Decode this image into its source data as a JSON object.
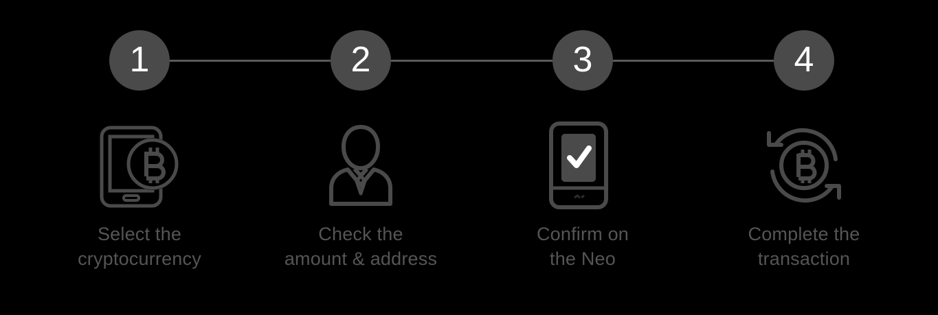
{
  "background_color": "#000000",
  "theme": {
    "circle_fill": "#4a4a4a",
    "circle_number_color": "#ffffff",
    "track_line_color": "#5a5a5a",
    "icon_stroke_color": "#4a4a4a",
    "caption_color": "#555555"
  },
  "progress": {
    "steps": [
      {
        "number": "1",
        "icon": "phone-bitcoin-icon"
      },
      {
        "number": "2",
        "icon": "person-suit-icon"
      },
      {
        "number": "3",
        "icon": "device-checkmark-icon"
      },
      {
        "number": "4",
        "icon": "bitcoin-refresh-icon"
      }
    ]
  },
  "steps": [
    {
      "number": "1",
      "icon_name": "phone-bitcoin-icon",
      "caption": "Select the\ncryptocurrency",
      "caption_line_1": "Select the",
      "caption_line_2": "cryptocurrency"
    },
    {
      "number": "2",
      "icon_name": "person-suit-icon",
      "caption": "Check the\namount & address",
      "caption_line_1": "Check the",
      "caption_line_2": "amount & address"
    },
    {
      "number": "3",
      "icon_name": "device-checkmark-icon",
      "caption": "Confirm on\nthe Neo",
      "caption_line_1": "Confirm on",
      "caption_line_2": "the Neo"
    },
    {
      "number": "4",
      "icon_name": "bitcoin-refresh-icon",
      "caption": "Complete the\ntransaction",
      "caption_line_1": "Complete the",
      "caption_line_2": "transaction"
    }
  ]
}
